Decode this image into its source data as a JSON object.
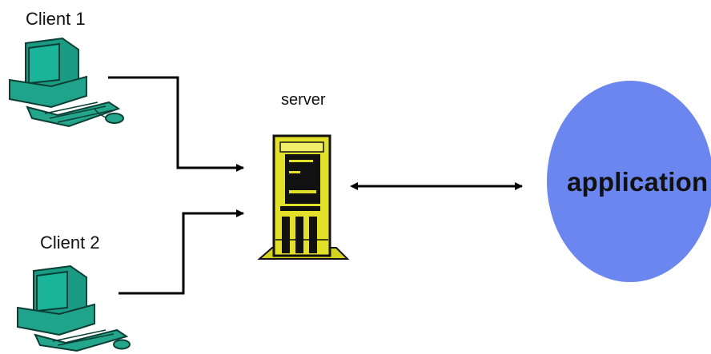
{
  "labels": {
    "client1": "Client 1",
    "client2": "Client 2",
    "server": "server",
    "application": "application"
  },
  "colors": {
    "computer_teal": "#1fa38a",
    "computer_screen": "#19b49a",
    "server_yellow": "#e3e02a",
    "server_dark": "#111111",
    "application_blue": "#6b86ee",
    "line_color": "#000000"
  },
  "icons": {
    "client": "desktop-computer-icon",
    "server": "server-tower-icon"
  }
}
